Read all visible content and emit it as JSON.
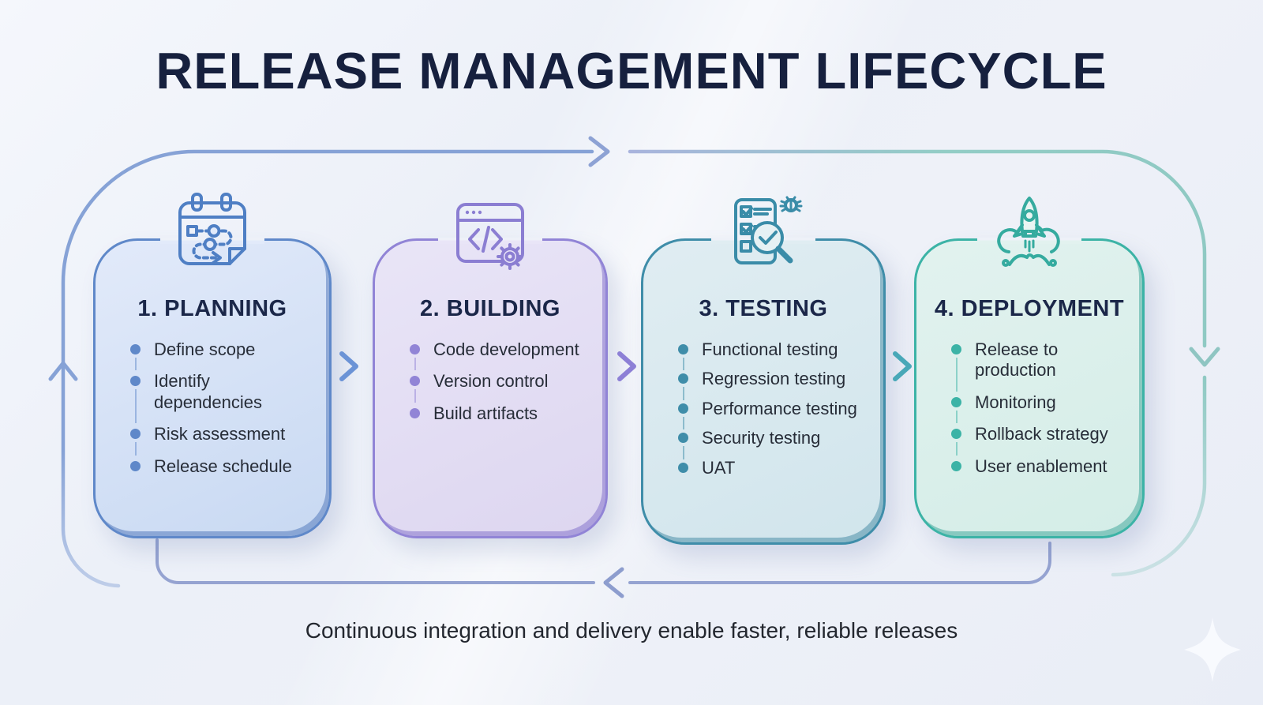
{
  "title": "RELEASE MANAGEMENT LIFECYCLE",
  "caption": "Continuous integration and delivery enable faster, reliable releases",
  "stages": [
    {
      "heading": "1. PLANNING",
      "icon": "calendar-roadmap-icon",
      "accent_color": "#5f88c9",
      "fill_color": "#dce7f7",
      "items": [
        "Define scope",
        "Identify dependencies",
        "Risk assessment",
        "Release schedule"
      ]
    },
    {
      "heading": "2. BUILDING",
      "icon": "code-window-gear-icon",
      "accent_color": "#9184d6",
      "fill_color": "#e6e2f4",
      "items": [
        "Code development",
        "Version control",
        "Build artifacts"
      ]
    },
    {
      "heading": "3. TESTING",
      "icon": "checklist-magnifier-bug-icon",
      "accent_color": "#3f8da9",
      "fill_color": "#dcebf0",
      "items": [
        "Functional testing",
        "Regression testing",
        "Performance testing",
        "Security testing",
        "UAT"
      ]
    },
    {
      "heading": "4. DEPLOYMENT",
      "icon": "rocket-launch-icon",
      "accent_color": "#3cb3a6",
      "fill_color": "#def0ec",
      "items": [
        "Release to production",
        "Monitoring",
        "Rollback strategy",
        "User enablement"
      ]
    }
  ],
  "flow": {
    "direction": "clockwise-cycle",
    "between_card_chevron_colors": [
      "#6b93d6",
      "#8d80d6",
      "#49a8b8"
    ],
    "loop_blue_color": "#86a2d6",
    "loop_teal_color": "#8fc9c3",
    "loop_return_color": "#95a3d1"
  }
}
